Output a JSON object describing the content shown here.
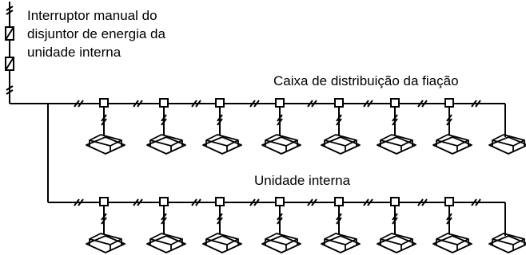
{
  "labels": {
    "breaker_lines": [
      "Interruptor manual do",
      "disjuntor de energia da",
      "unidade interna"
    ],
    "distribution_box": "Caixa de distribuição da fiação",
    "indoor_unit": "Unidade interna"
  },
  "rows": [
    {
      "units": 8
    },
    {
      "units": 8
    }
  ]
}
